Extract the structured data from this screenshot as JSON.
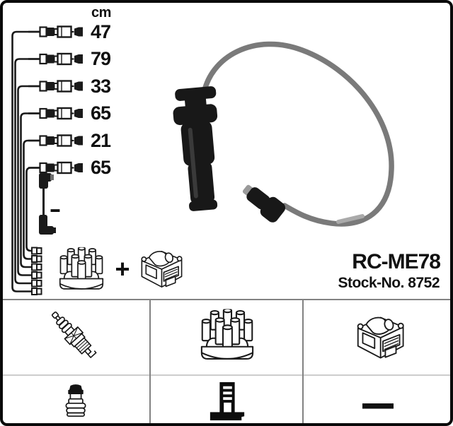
{
  "unit_header": "cm",
  "cables": [
    {
      "id": 1,
      "length": "47"
    },
    {
      "id": 2,
      "length": "79"
    },
    {
      "id": 3,
      "length": "33"
    },
    {
      "id": 4,
      "length": "65"
    },
    {
      "id": 5,
      "length": "21"
    },
    {
      "id": 6,
      "length": "65"
    },
    {
      "id": 7,
      "length": "–"
    }
  ],
  "kit_formula": {
    "plus": "+",
    "left_icon": "distributor-cap-icon",
    "right_icon": "ignition-coil-icon"
  },
  "product": {
    "model": "RC-ME78",
    "stock": "Stock-No. 8752"
  },
  "photo": {
    "subject": "spark-plug-wire-with-boots"
  },
  "included_parts_grid": {
    "row1_icons": [
      "spark-plug-icon",
      "distributor-cap-icon",
      "ignition-coil-icon"
    ],
    "row2_icons": [
      "plug-cover-icon",
      "terminal-connector-icon",
      "dash"
    ],
    "dash": "—"
  },
  "colors": {
    "frame": "#0a0a0a",
    "line_art": "#1a1a1a",
    "cable_gray": "#7a7a7a",
    "boot_black": "#181818",
    "grid_line": "#828282",
    "grid_line_light": "#cccccc",
    "background": "#ffffff"
  }
}
